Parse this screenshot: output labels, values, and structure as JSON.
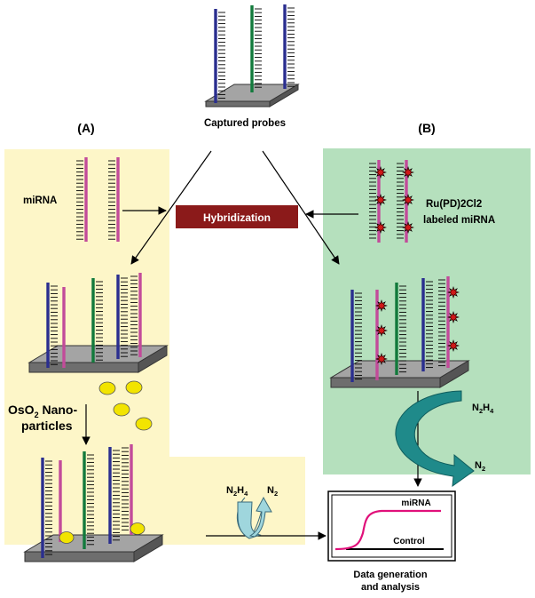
{
  "top": {
    "caption": "Captured probes"
  },
  "panel_a": {
    "heading": "(A)",
    "mirna_label": "miRNA",
    "osO2_main": "OsO",
    "osO2_sub": "2",
    "osO2_rest": " Nano-",
    "osO2_line2": "particles"
  },
  "panel_b": {
    "heading": "(B)",
    "label_line1": "Ru(PD)2Cl2",
    "label_line2": "labeled miRNA"
  },
  "hybridization": {
    "label": "Hybridization"
  },
  "reaction_a": {
    "n2h4_main": "N",
    "n2h4_sub1": "2",
    "n2h4_h": "H",
    "n2h4_sub2": "4",
    "n2_main": "N",
    "n2_sub": "2"
  },
  "reaction_b": {
    "n2h4_main": "N",
    "n2h4_sub1": "2",
    "n2h4_h": "H",
    "n2h4_sub2": "4",
    "n2_main": "N",
    "n2_sub": "2"
  },
  "output_plot": {
    "series_top": "miRNA",
    "series_bottom": "Control"
  },
  "footer": {
    "line1": "Data generation",
    "line2": "and analysis"
  },
  "colors": {
    "panel_a_bg": "#fdf6c8",
    "panel_b_bg": "#b5e0bd",
    "hyb_box": "#8b1a1a",
    "probe_blue": "#2a2e8f",
    "probe_green": "#127a3c",
    "mirna_pink": "#c24b9a",
    "slide_top": "#a4a4a4",
    "slide_side": "#6e6e6e",
    "teal": "#1f8a8a",
    "light_teal": "#9fd6dd",
    "nanoparticle": "#f2e400",
    "star": "#d01818",
    "curve": "#e0107a"
  }
}
